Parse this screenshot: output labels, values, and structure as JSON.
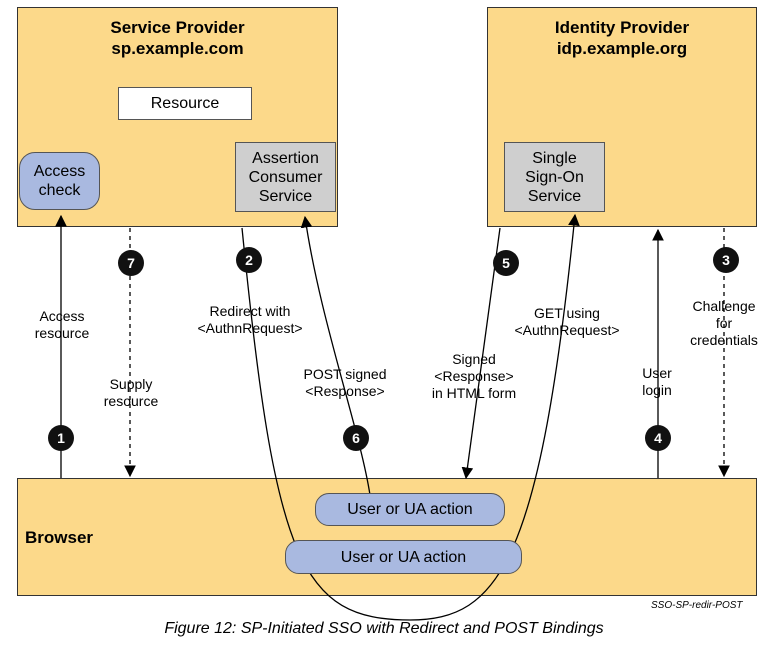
{
  "service_provider": {
    "title": "Service Provider",
    "domain": "sp.example.com",
    "resource": "Resource",
    "access_check_line1": "Access",
    "access_check_line2": "check",
    "acs_line1": "Assertion",
    "acs_line2": "Consumer",
    "acs_line3": "Service"
  },
  "identity_provider": {
    "title": "Identity Provider",
    "domain": "idp.example.org",
    "sso_line1": "Single",
    "sso_line2": "Sign-On",
    "sso_line3": "Service"
  },
  "browser": {
    "label": "Browser",
    "action_top": "User or UA action",
    "action_bottom": "User or UA action",
    "source_tag": "SSO-SP-redir-POST"
  },
  "steps": [
    "1",
    "2",
    "3",
    "4",
    "5",
    "6",
    "7"
  ],
  "labels": {
    "access_resource_1": "Access",
    "access_resource_2": "resource",
    "supply_resource_1": "Supply",
    "supply_resource_2": "resource",
    "redirect_1": "Redirect with",
    "redirect_2": "<AuthnRequest>",
    "post_signed_1": "POST signed",
    "post_signed_2": "<Response>",
    "signed_1": "Signed",
    "signed_2": "<Response>",
    "signed_3": "in HTML form",
    "get_using_1": "GET using",
    "get_using_2": "<AuthnRequest>",
    "user_login_1": "User",
    "user_login_2": "login",
    "challenge_1": "Challenge",
    "challenge_2": "for",
    "challenge_3": "credentials"
  },
  "caption": "Figure 12: SP-Initiated SSO with Redirect and POST Bindings",
  "colors": {
    "box_fill": "#fcd98a",
    "service_gray": "#cfcfcf",
    "pill_blue": "#a9b9e0",
    "step_black": "#111111"
  }
}
